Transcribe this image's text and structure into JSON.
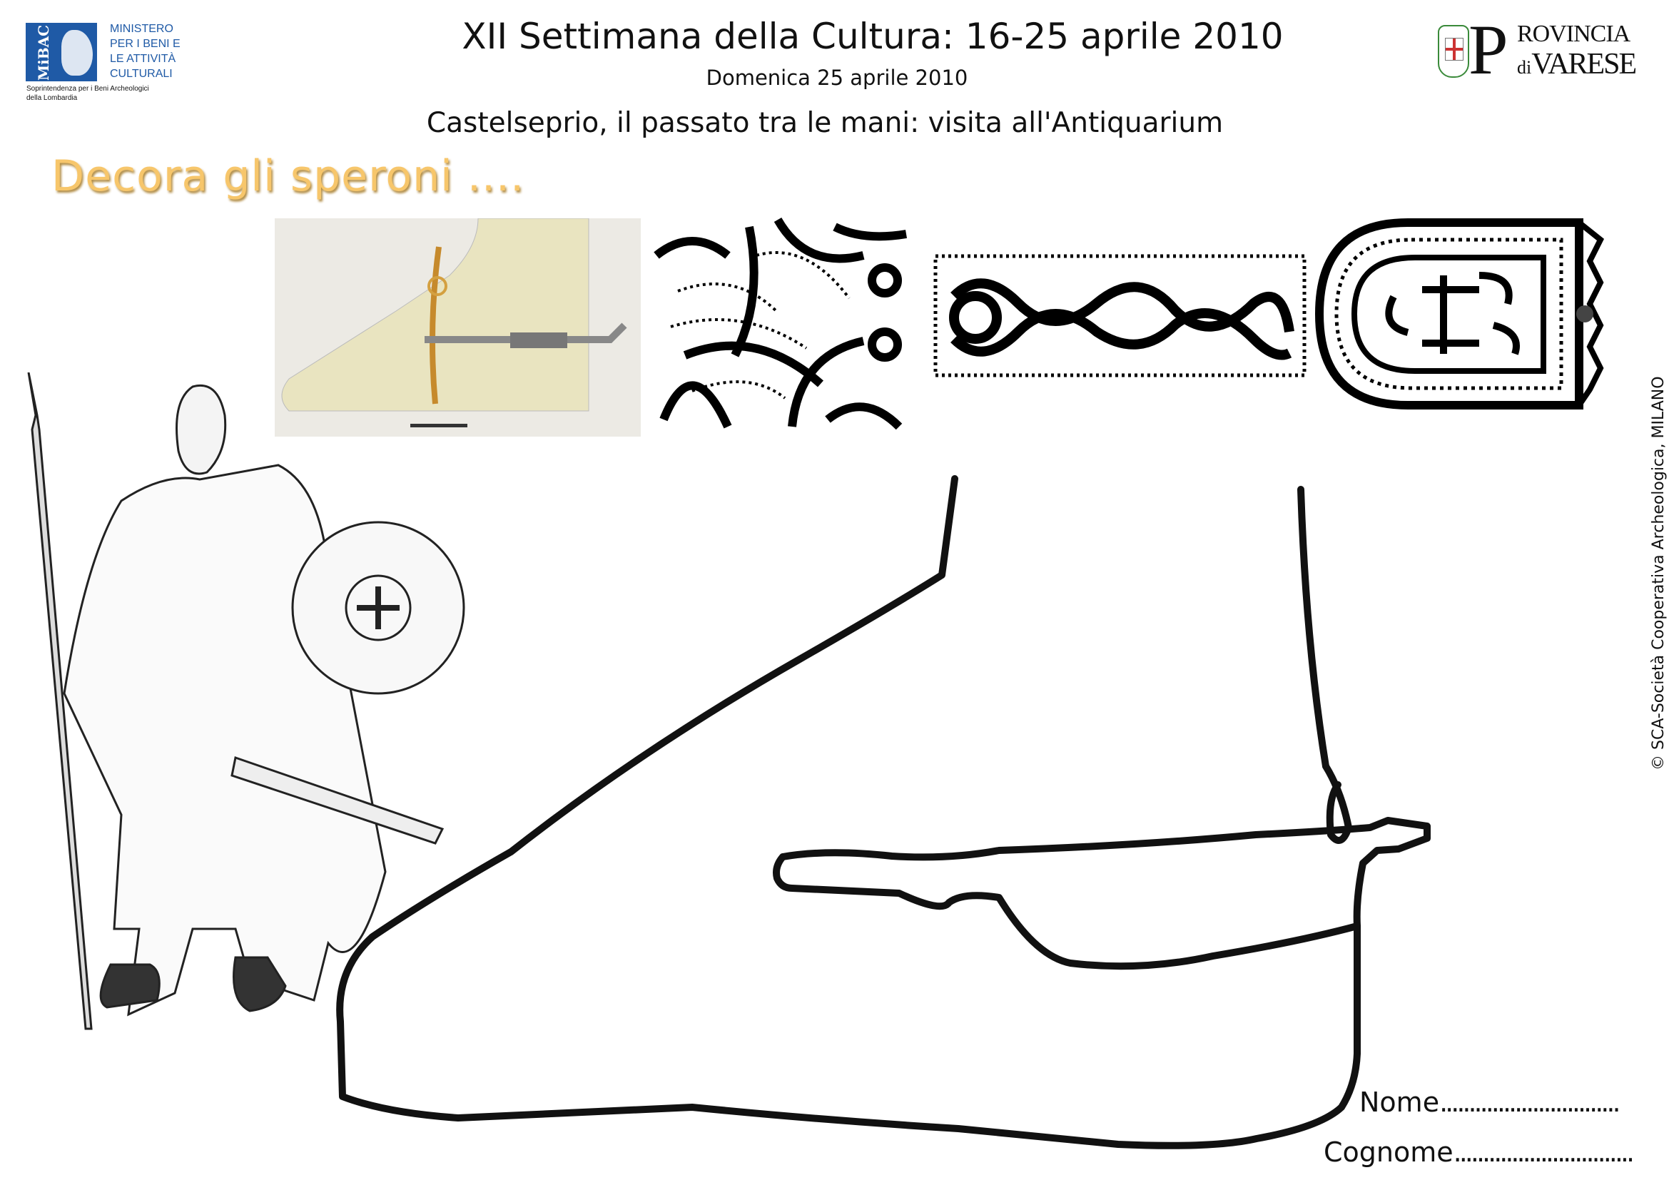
{
  "logos": {
    "mibac": {
      "mark": "MiBAC",
      "lines": [
        "MINISTERO",
        "PER I BENI E",
        "LE ATTIVITÀ",
        "CULTURALI"
      ],
      "sub": [
        "Soprintendenza per i Beni Archeologici",
        "della Lombardia"
      ]
    },
    "provincia": {
      "p": "P",
      "line1": "ROVINCIA",
      "di": "di",
      "line2": "VARESE"
    }
  },
  "header": {
    "title": "XII Settimana della Cultura: 16-25 aprile 2010",
    "date": "Domenica 25 aprile 2010",
    "subtitle": "Castelseprio, il passato tra le mani: visita all'Antiquarium"
  },
  "activity": {
    "heading": "Decora gli speroni ...."
  },
  "copyright": "© SCA-Società Cooperativa Archeologica, MILANO",
  "form": {
    "nome_label": "Nome",
    "nome_dots": "...............................",
    "cognome_label": "Cognome",
    "cognome_dots": "..............................."
  },
  "colors": {
    "heading": "#f7c66b",
    "mibac_blue": "#1f5aa6",
    "foot_fill": "#e9e4c0"
  }
}
